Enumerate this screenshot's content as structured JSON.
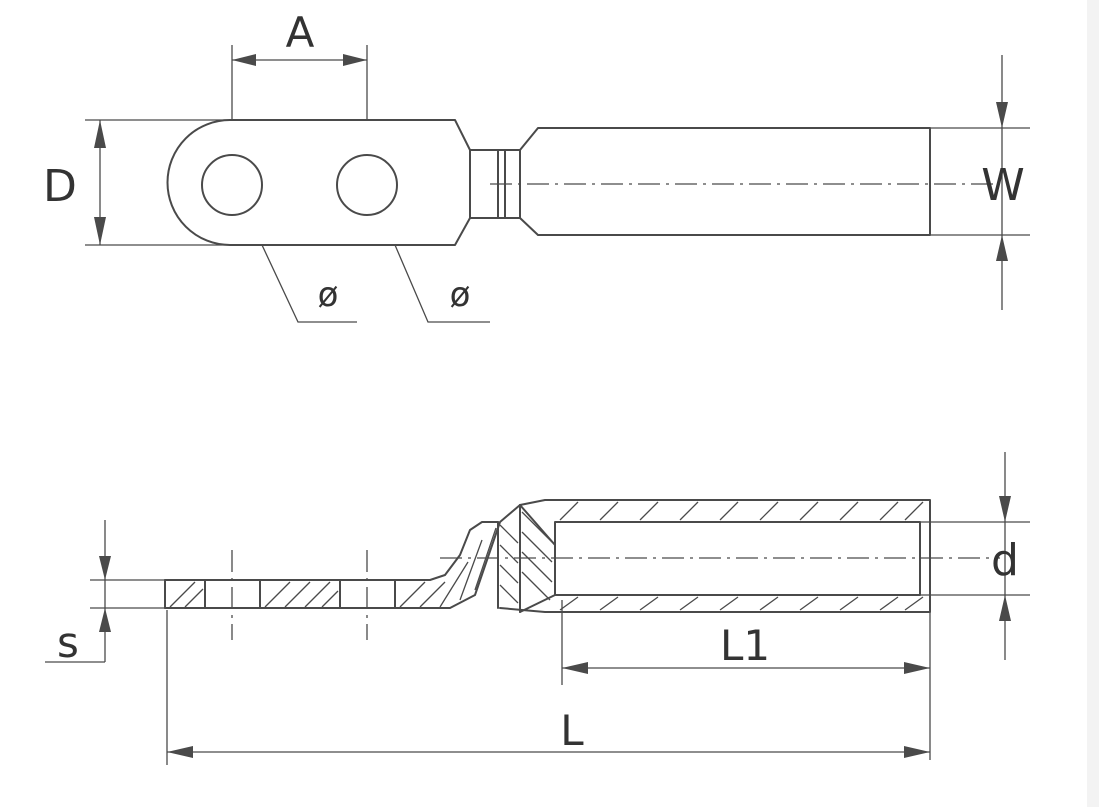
{
  "labels": {
    "A": "A",
    "D": "D",
    "W": "W",
    "hole_dia_1": "ø",
    "hole_dia_2": "ø",
    "d": "d",
    "s": "s",
    "L1": "L1",
    "L": "L"
  }
}
